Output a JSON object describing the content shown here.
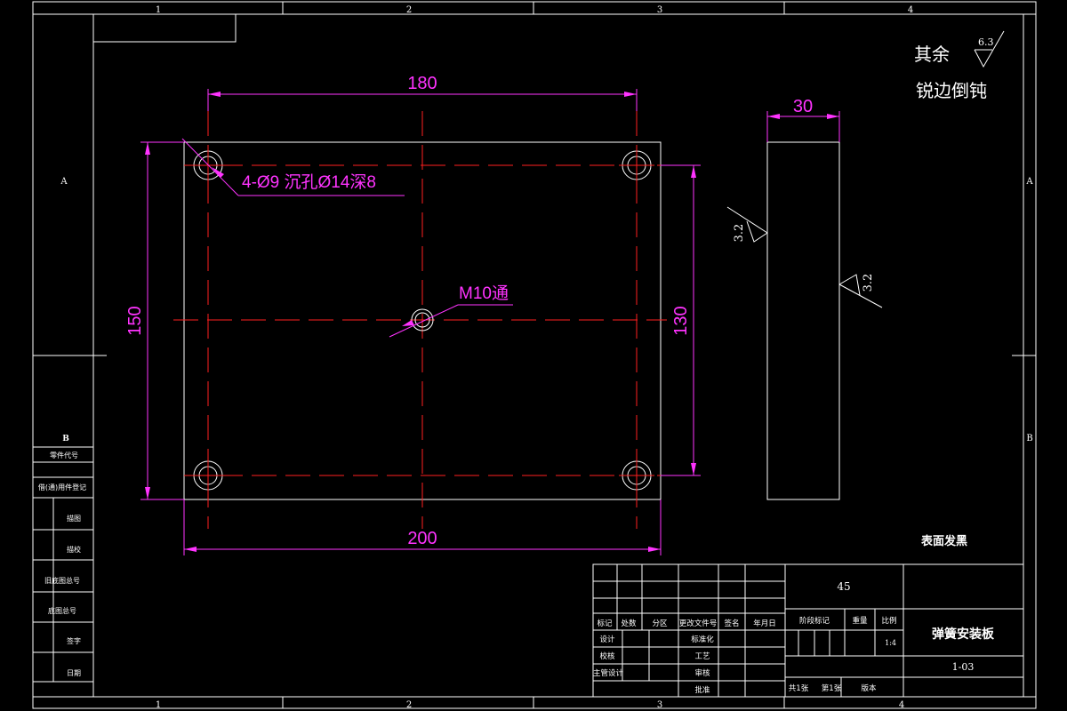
{
  "frame": {
    "col_labels": [
      "1",
      "2",
      "3",
      "4"
    ],
    "col_labels_bottom": [
      "1",
      "2",
      "3",
      "4"
    ],
    "row_labels": [
      "A",
      "B"
    ]
  },
  "roughness": {
    "other_label": "其余",
    "other_value": "6.3",
    "edge_note": "锐边倒钝",
    "face_left": "3.2",
    "face_right": "3.2"
  },
  "dimensions": {
    "width_holes": "180",
    "width_total": "200",
    "height_total": "150",
    "height_holes": "130",
    "thickness": "30"
  },
  "callouts": {
    "holes": "4-Ø9 沉孔Ø14深8",
    "center": "M10通"
  },
  "notes": {
    "surface_treatment": "表面发黑"
  },
  "side_panel": {
    "top_label": "B",
    "items": [
      "零件代号",
      "借(通)用件登记",
      "描图",
      "描校",
      "旧底图总号",
      "底图总号",
      "签字",
      "日期"
    ]
  },
  "title_block": {
    "material": "45",
    "part_name": "弹簧安装板",
    "drawing_no": "1-03",
    "rev_headers": [
      "标记",
      "处数",
      "分区",
      "更改文件号",
      "签名",
      "年月日"
    ],
    "roles_left": [
      "设计",
      "校核",
      "主管设计"
    ],
    "roles_right": [
      "标准化",
      "工艺",
      "审核",
      "批准"
    ],
    "stage_label": "阶段标记",
    "weight_label": "重量",
    "scale_label": "比例",
    "scale_value": "1:4",
    "sheet_total": "共1张",
    "sheet_index": "第1张",
    "version": "版本"
  }
}
